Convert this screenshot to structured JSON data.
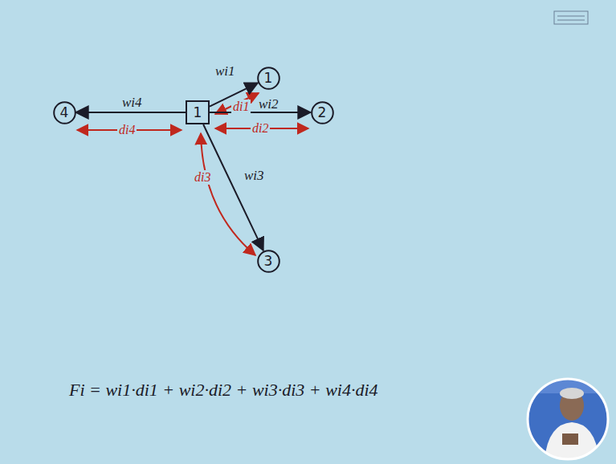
{
  "diagram": {
    "nodes": [
      {
        "text": [
          "1"
        ]
      },
      {
        "text": [
          "1"
        ]
      },
      {
        "text": [
          "2"
        ]
      },
      {
        "text": [
          "3"
        ]
      },
      {
        "text": [
          "4"
        ]
      }
    ],
    "edges": [
      {
        "from": 0,
        "to": 1,
        "label": "wi1",
        "arrow": "to"
      },
      {
        "from": 0,
        "to": 2,
        "label": "wi2",
        "arrow": "to"
      },
      {
        "from": 0,
        "to": 3,
        "label": "wi3",
        "arrow": "to"
      },
      {
        "from": 0,
        "to": 4,
        "label": "wi4",
        "arrow": "to"
      }
    ],
    "labels": [
      "di1",
      "di2",
      "di3",
      "di4",
      "Fi = wi1·di1 + wi2·di2 + wi3·di3 + wi4·di4"
    ]
  }
}
